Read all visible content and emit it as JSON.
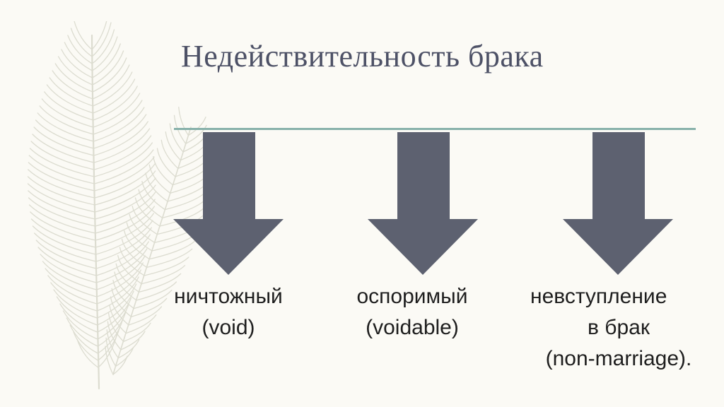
{
  "slide": {
    "title": "Недействительность брака",
    "accent_rule_color": "#87b1aa",
    "arrow_color": "#5d6170",
    "decoration_icon": "feather-icon"
  },
  "items": [
    {
      "line1": "ничтожный",
      "line2": "(void)"
    },
    {
      "line1": "оспоримый",
      "line2": "(voidable)"
    },
    {
      "line1": "невступление",
      "line2": "в брак",
      "line3": "(non-marriage)."
    }
  ]
}
